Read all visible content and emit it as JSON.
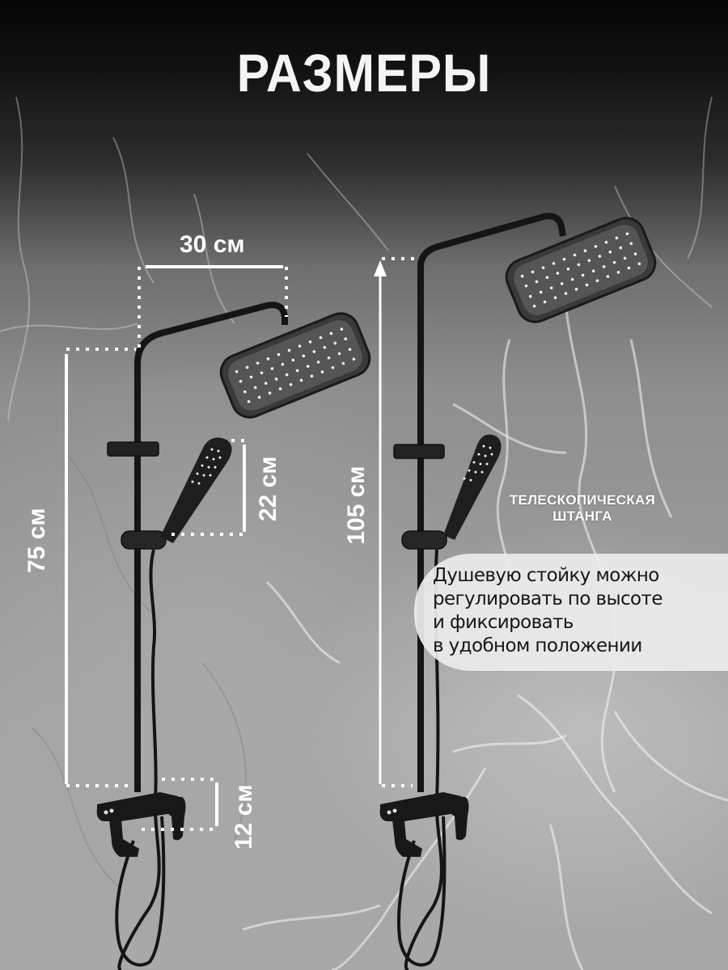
{
  "title": "РАЗМЕРЫ",
  "dimensions": {
    "head_width": "30 см",
    "handshower_length": "22 см",
    "rail_height_min": "75 см",
    "rail_height_max": "105 см",
    "mixer_height": "12 см"
  },
  "feature": {
    "heading_line1": "ТЕЛЕСКОПИЧЕСКАЯ",
    "heading_line2": "ШТАНГА",
    "description_lines": [
      "Душевую стойку можно",
      "регулировать по высоте",
      "и фиксировать",
      "в удобном положении"
    ]
  },
  "colors": {
    "background_top": "#050505",
    "background_bottom": "#a8a8a8",
    "text_light": "#ffffff",
    "text_dark": "#161616",
    "panel": "#ececec",
    "product": "#151515"
  }
}
